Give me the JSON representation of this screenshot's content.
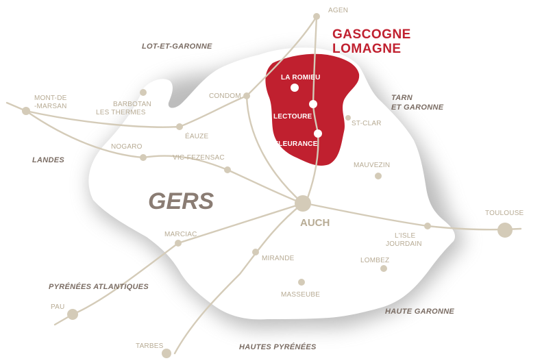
{
  "brand": {
    "line1": "GASCOGNE",
    "line2": "LOMAGNE",
    "color": "#c0202f"
  },
  "department": {
    "name": "GERS"
  },
  "prefecture": {
    "name": "AUCH"
  },
  "regions": {
    "lot_et_garonne": "LOT-ET-GARONNE",
    "tarn_line1": "TARN",
    "tarn_line2": "ET GARONNE",
    "landes": "LANDES",
    "pyrenees_atlantiques": "PYRÉNÉES ATLANTIQUES",
    "haute_garonne": "HAUTE GARONNE",
    "hautes_pyrenees": "HAUTES PYRÉNÉES"
  },
  "towns": {
    "agen": "AGEN",
    "condom": "CONDOM",
    "mont_de_marsan_line1": "MONT-DE",
    "mont_de_marsan_line2": "-MARSAN",
    "barbotan_line1": "BARBOTAN",
    "barbotan_line2": "LES THERMES",
    "eauze": "ÉAUZE",
    "nogaro": "NOGARO",
    "vic_fezensac": "VIC-FEZENSAC",
    "st_clar": "ST-CLAR",
    "mauvezin": "MAUVEZIN",
    "toulouse": "TOULOUSE",
    "lisle_line1": "L'ISLE",
    "lisle_line2": "JOURDAIN",
    "lombez": "LOMBEZ",
    "marciac": "MARCIAC",
    "mirande": "MIRANDE",
    "masseube": "MASSEUBE",
    "pau": "PAU",
    "tarbes": "TARBES"
  },
  "lomagne_towns": {
    "la_romieu": "LA ROMIEU",
    "lectoure": "LECTOURE",
    "fleurance": "FLEURANCE"
  },
  "colors": {
    "department_fill": "#ffffff",
    "shadow": "#9a9a9a",
    "road": "#d4cbb8",
    "town_label": "#b7ab94",
    "region_label": "#7a6c63"
  }
}
